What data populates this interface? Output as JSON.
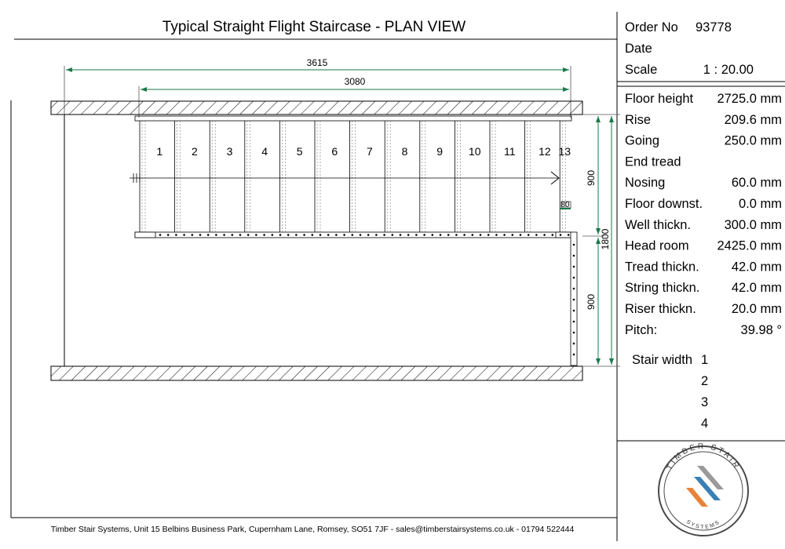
{
  "title": "Typical Straight Flight Staircase - PLAN VIEW",
  "dimensions": {
    "overall_length": "3615",
    "going_length": "3080",
    "right_total": "1800",
    "right_upper": "900",
    "right_lower": "900",
    "small_label": "80"
  },
  "steps": [
    "1",
    "2",
    "3",
    "4",
    "5",
    "6",
    "7",
    "8",
    "9",
    "10",
    "11",
    "12",
    "13"
  ],
  "title_block": {
    "order_label": "Order No",
    "order_value": "93778",
    "date_label": "Date",
    "date_value": "",
    "scale_label": "Scale",
    "scale_value": "1 : 20.00"
  },
  "specs": [
    {
      "label": "Floor height",
      "value": "2725.0 mm"
    },
    {
      "label": "Rise",
      "value": "209.6 mm"
    },
    {
      "label": "Going",
      "value": "250.0 mm"
    },
    {
      "label": "End tread",
      "value": ""
    },
    {
      "label": "Nosing",
      "value": "60.0 mm"
    },
    {
      "label": "Floor downst.",
      "value": "0.0 mm"
    },
    {
      "label": "Well thickn.",
      "value": "300.0 mm"
    },
    {
      "label": "Head room",
      "value": "2425.0 mm"
    },
    {
      "label": "Tread thickn.",
      "value": "42.0 mm"
    },
    {
      "label": "String thickn.",
      "value": "42.0 mm"
    },
    {
      "label": "Riser thickn.",
      "value": "20.0 mm"
    },
    {
      "label": "Pitch:",
      "value": "39.98 °"
    }
  ],
  "stair_width": {
    "label": "Stair width",
    "items": [
      "1",
      "2",
      "3",
      "4"
    ]
  },
  "logo": {
    "top_text": "TIMBER STAIR",
    "bottom_text": "SYSTEMS"
  },
  "colors": {
    "logo_orange": "#e8823a",
    "logo_blue": "#3a7fb5",
    "logo_grey": "#9a9a9a",
    "logo_ring": "#4a4a4a"
  },
  "footer": "Timber Stair Systems, Unit 15 Belbins Business Park, Cupernham Lane, Romsey, SO51 7JF - sales@timberstairsystems.co.uk  - 01794 522444"
}
